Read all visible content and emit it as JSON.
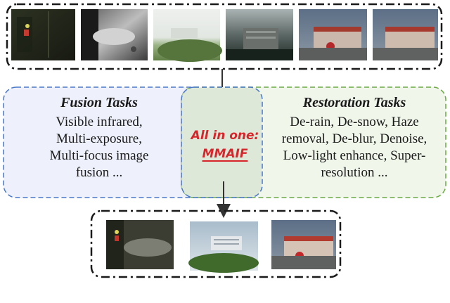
{
  "fusion": {
    "title": "Fusion Tasks",
    "lines": [
      "Visible infrared,",
      "Multi-exposure,",
      "Multi-focus image",
      "fusion ..."
    ],
    "bg": "#eef1fb",
    "border": "#4a78c9"
  },
  "restoration": {
    "title": "Restoration Tasks",
    "lines": [
      "De-rain, De-snow, Haze",
      "removal, De-blur, Denoise,",
      "Low-light enhance, Super-",
      "resolution ..."
    ],
    "bg": "#edf5e6",
    "border": "#6aaa44"
  },
  "center": {
    "line1": "All in one:",
    "line2": "MMAIF",
    "color": "#d7262b"
  },
  "input_images": [
    {
      "name": "night-infrared-scene"
    },
    {
      "name": "overexposed-street-scene"
    },
    {
      "name": "hazy-trees-scene"
    },
    {
      "name": "rainy-building-scene"
    },
    {
      "name": "blurry-restaurant-scene"
    },
    {
      "name": "restaurant-scene"
    }
  ],
  "output_images": [
    {
      "name": "fused-night-scene"
    },
    {
      "name": "restored-building-scene"
    },
    {
      "name": "restored-restaurant-scene"
    }
  ]
}
